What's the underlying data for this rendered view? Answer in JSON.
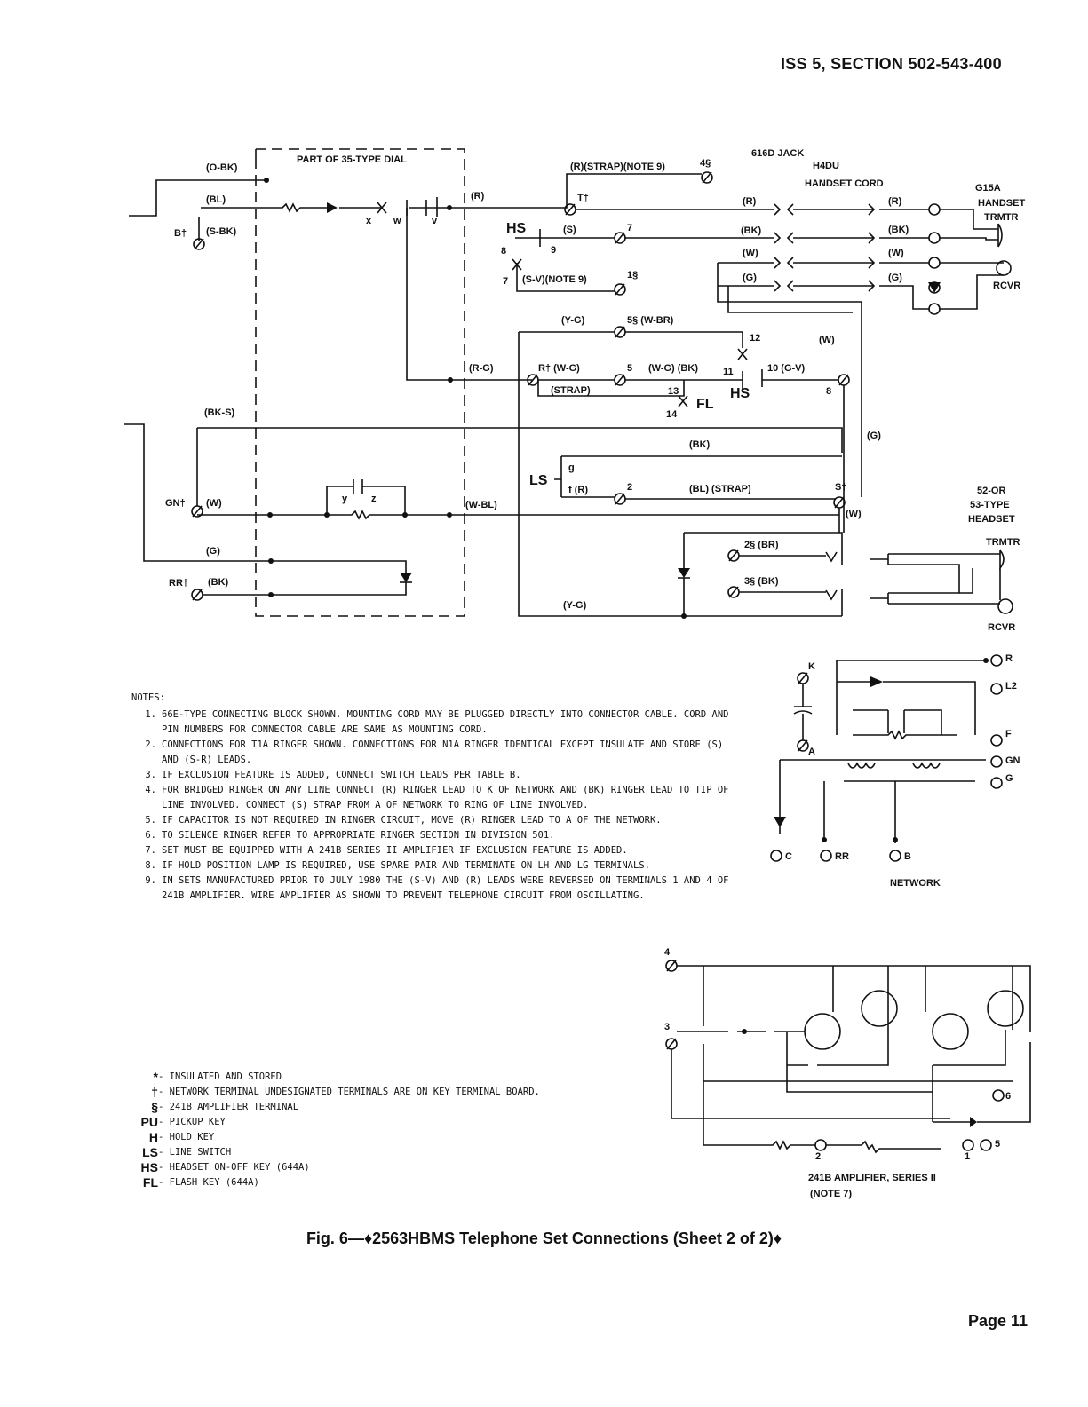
{
  "header": {
    "issue_section": "ISS 5, SECTION 502-543-400"
  },
  "footer": {
    "page": "Page 11"
  },
  "caption": "Fig. 6—♦2563HBMS Telephone Set Connections (Sheet 2 of 2)♦",
  "diagram_labels": {
    "dial_box": "PART OF 35-TYPE DIAL",
    "o_bk": "(O-BK)",
    "bl": "(BL)",
    "s_bk": "(S-BK)",
    "b": "B†",
    "r": "(R)",
    "r_g": "(R-G)",
    "w_bl": "(W-BL)",
    "bk_s": "(BK-S)",
    "gn": "GN†",
    "w": "(W)",
    "g": "(G)",
    "rr": "RR†",
    "bk": "(BK)",
    "x": "x",
    "wtick": "w",
    "v": "v",
    "y": "y",
    "z": "z",
    "strap_note9": "(R)(STRAP)(NOTE 9)",
    "four": "4§",
    "t": "T†",
    "hs": "HS",
    "s": "(S)",
    "seven": "7",
    "eight": "8",
    "nine": "9",
    "sv_note9": "(S-V)(NOTE 9)",
    "one": "1§",
    "seven_b": "7",
    "yg": "(Y-G)",
    "five_wbr": "5§ (W-BR)",
    "twelve": "12",
    "w_right": "(W)",
    "rt_wg": "R† (W-G)",
    "five": "5",
    "wg_bk": "(W-G) (BK)",
    "eleven": "11",
    "ten_gv": "10 (G-V)",
    "strap": "(STRAP)",
    "thirteen": "13",
    "fl": "FL",
    "fourteen": "14",
    "hs2": "HS",
    "eight_b": "8",
    "bk_mid": "(BK)",
    "g_right": "(G)",
    "ls": "LS",
    "g_small": "g",
    "f_r": "f (R)",
    "two": "2",
    "bl_strap": "(BL) (STRAP)",
    "st": "S†",
    "w_st": "(W)",
    "two_br": "2§ (BR)",
    "three_bk": "3§ (BK)",
    "yg_bottom": "(Y-G)",
    "jack": "616D JACK",
    "h4du": "H4DU",
    "handset_cord": "HANDSET CORD",
    "jr": "(R)",
    "jbk": "(BK)",
    "jw": "(W)",
    "jg": "(G)",
    "hr": "(R)",
    "hbk": "(BK)",
    "hw": "(W)",
    "hg": "(G)",
    "g15a": "G15A",
    "handset": "HANDSET",
    "trmtr": "TRMTR",
    "rcvr": "RCVR",
    "headset1": "52-OR",
    "headset2": "53-TYPE",
    "headset3": "HEADSET",
    "hs_trmtr": "TRMTR",
    "hs_rcvr": "RCVR",
    "net_k": "K",
    "net_a": "A",
    "net_c": "C",
    "net_rr": "RR",
    "net_b": "B",
    "net_r": "R",
    "net_l2": "L2",
    "net_f": "F",
    "net_gn": "GN",
    "net_g": "G",
    "network": "NETWORK",
    "amp4": "4",
    "amp3": "3",
    "amp6": "6",
    "amp5": "5",
    "amp2": "2",
    "amp1": "1",
    "amp_title": "241B AMPLIFIER, SERIES II",
    "amp_note": "(NOTE 7)"
  },
  "notes": {
    "heading": "NOTES:",
    "items": [
      {
        "n": "1.",
        "text": "66E-TYPE CONNECTING BLOCK SHOWN. MOUNTING CORD MAY BE PLUGGED DIRECTLY INTO CONNECTOR CABLE. CORD AND PIN NUMBERS FOR CONNECTOR CABLE ARE SAME AS MOUNTING CORD."
      },
      {
        "n": "2.",
        "text": "CONNECTIONS FOR T1A RINGER SHOWN. CONNECTIONS FOR N1A RINGER IDENTICAL EXCEPT INSULATE AND STORE (S) AND (S-R) LEADS."
      },
      {
        "n": "3.",
        "text": "IF EXCLUSION FEATURE IS ADDED, CONNECT SWITCH LEADS PER TABLE B."
      },
      {
        "n": "4.",
        "text": "FOR BRIDGED RINGER ON ANY LINE CONNECT (R) RINGER LEAD TO K OF NETWORK AND (BK) RINGER LEAD TO TIP OF LINE INVOLVED. CONNECT (S) STRAP FROM A OF NETWORK TO RING OF LINE INVOLVED."
      },
      {
        "n": "5.",
        "text": "IF CAPACITOR IS NOT REQUIRED IN RINGER CIRCUIT, MOVE (R) RINGER LEAD TO A OF THE NETWORK."
      },
      {
        "n": "6.",
        "text": "TO SILENCE RINGER REFER TO APPROPRIATE RINGER SECTION IN DIVISION 501."
      },
      {
        "n": "7.",
        "text": "SET MUST BE EQUIPPED WITH A 241B SERIES II AMPLIFIER IF EXCLUSION FEATURE IS ADDED."
      },
      {
        "n": "8.",
        "text": "IF HOLD POSITION LAMP IS REQUIRED, USE SPARE PAIR AND TERMINATE ON LH AND LG TERMINALS."
      },
      {
        "n": "9.",
        "text": "IN SETS MANUFACTURED PRIOR TO JULY 1980 THE (S-V) AND (R) LEADS WERE REVERSED ON TERMINALS 1 AND 4 OF 241B AMPLIFIER. WIRE AMPLIFIER AS SHOWN TO PREVENT TELEPHONE CIRCUIT FROM OSCILLATING."
      }
    ]
  },
  "legend": [
    {
      "sym": "*",
      "text": "- INSULATED AND STORED"
    },
    {
      "sym": "†",
      "text": "- NETWORK TERMINAL UNDESIGNATED TERMINALS ARE ON KEY TERMINAL BOARD."
    },
    {
      "sym": "§",
      "text": "- 241B AMPLIFIER TERMINAL"
    },
    {
      "sym": "PU",
      "text": "- PICKUP KEY"
    },
    {
      "sym": "H",
      "text": "- HOLD KEY"
    },
    {
      "sym": "LS",
      "text": "- LINE SWITCH"
    },
    {
      "sym": "HS",
      "text": "- HEADSET ON-OFF KEY (644A)"
    },
    {
      "sym": "FL",
      "text": "- FLASH KEY (644A)"
    }
  ]
}
